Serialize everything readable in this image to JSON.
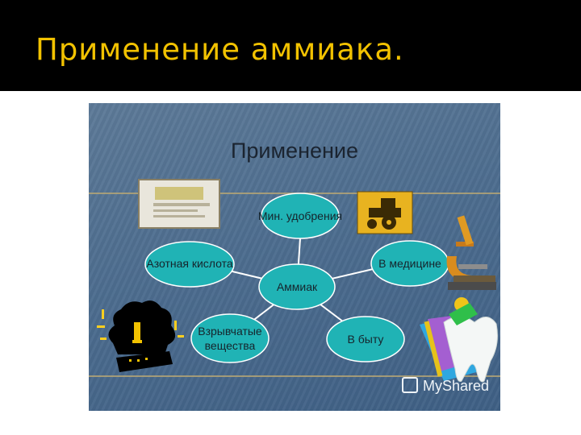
{
  "page": {
    "title": "Применение аммиака."
  },
  "slide": {
    "title": "Применение",
    "center": "Аммиак",
    "nodes": [
      {
        "id": "fertilizer",
        "label": [
          "Мин. удобрения"
        ]
      },
      {
        "id": "nitric",
        "label": [
          "Азотная кислота"
        ]
      },
      {
        "id": "medicine",
        "label": [
          "В медицине"
        ]
      },
      {
        "id": "explosives",
        "label": [
          "Взрывчатые",
          "вещества"
        ]
      },
      {
        "id": "household",
        "label": [
          "В быту"
        ]
      }
    ],
    "watermark": "MyShared"
  },
  "colors": {
    "title": "#f2c200",
    "node_fill": "#20b3b5",
    "node_stroke": "#ffffff",
    "slide_bg": "#4d6d8f"
  },
  "icons": [
    "fertilizer-bag-icon",
    "tractor-icon",
    "microscope-icon",
    "tooth-icon",
    "explosion-icon",
    "presentation-logo-icon"
  ]
}
